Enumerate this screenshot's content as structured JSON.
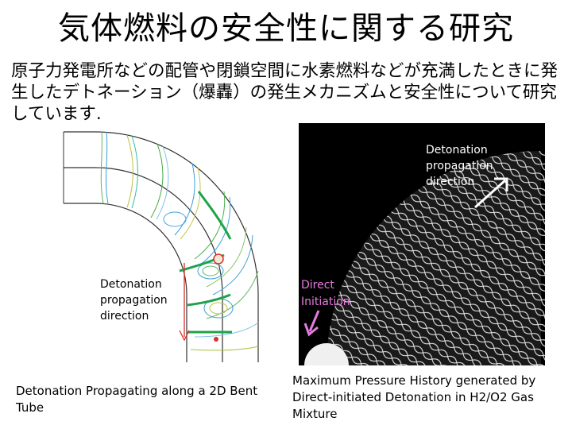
{
  "slide": {
    "title": "気体燃料の安全性に関する研究",
    "intro": "原子力発電所などの配管や閉鎖空間に水素燃料などが充満したときに発生したデトネーション（爆轟）の発生メカニズムと安全性について研究しています."
  },
  "left_figure": {
    "label_line1": "Detonation",
    "label_line2": "propagation",
    "label_line3": "direction",
    "arrow_color": "#d9302c",
    "caption": "Detonation Propagating along a 2D Bent Tube"
  },
  "right_figure": {
    "label_line1": "Detonation",
    "label_line2": "propagation",
    "label_line3": "direction",
    "initiation_line1": "Direct",
    "initiation_line2": "Initiation",
    "initiation_color": "#e77be0",
    "caption": "Maximum Pressure History generated by Direct-initiated Detonation in H2/O2 Gas Mixture"
  }
}
